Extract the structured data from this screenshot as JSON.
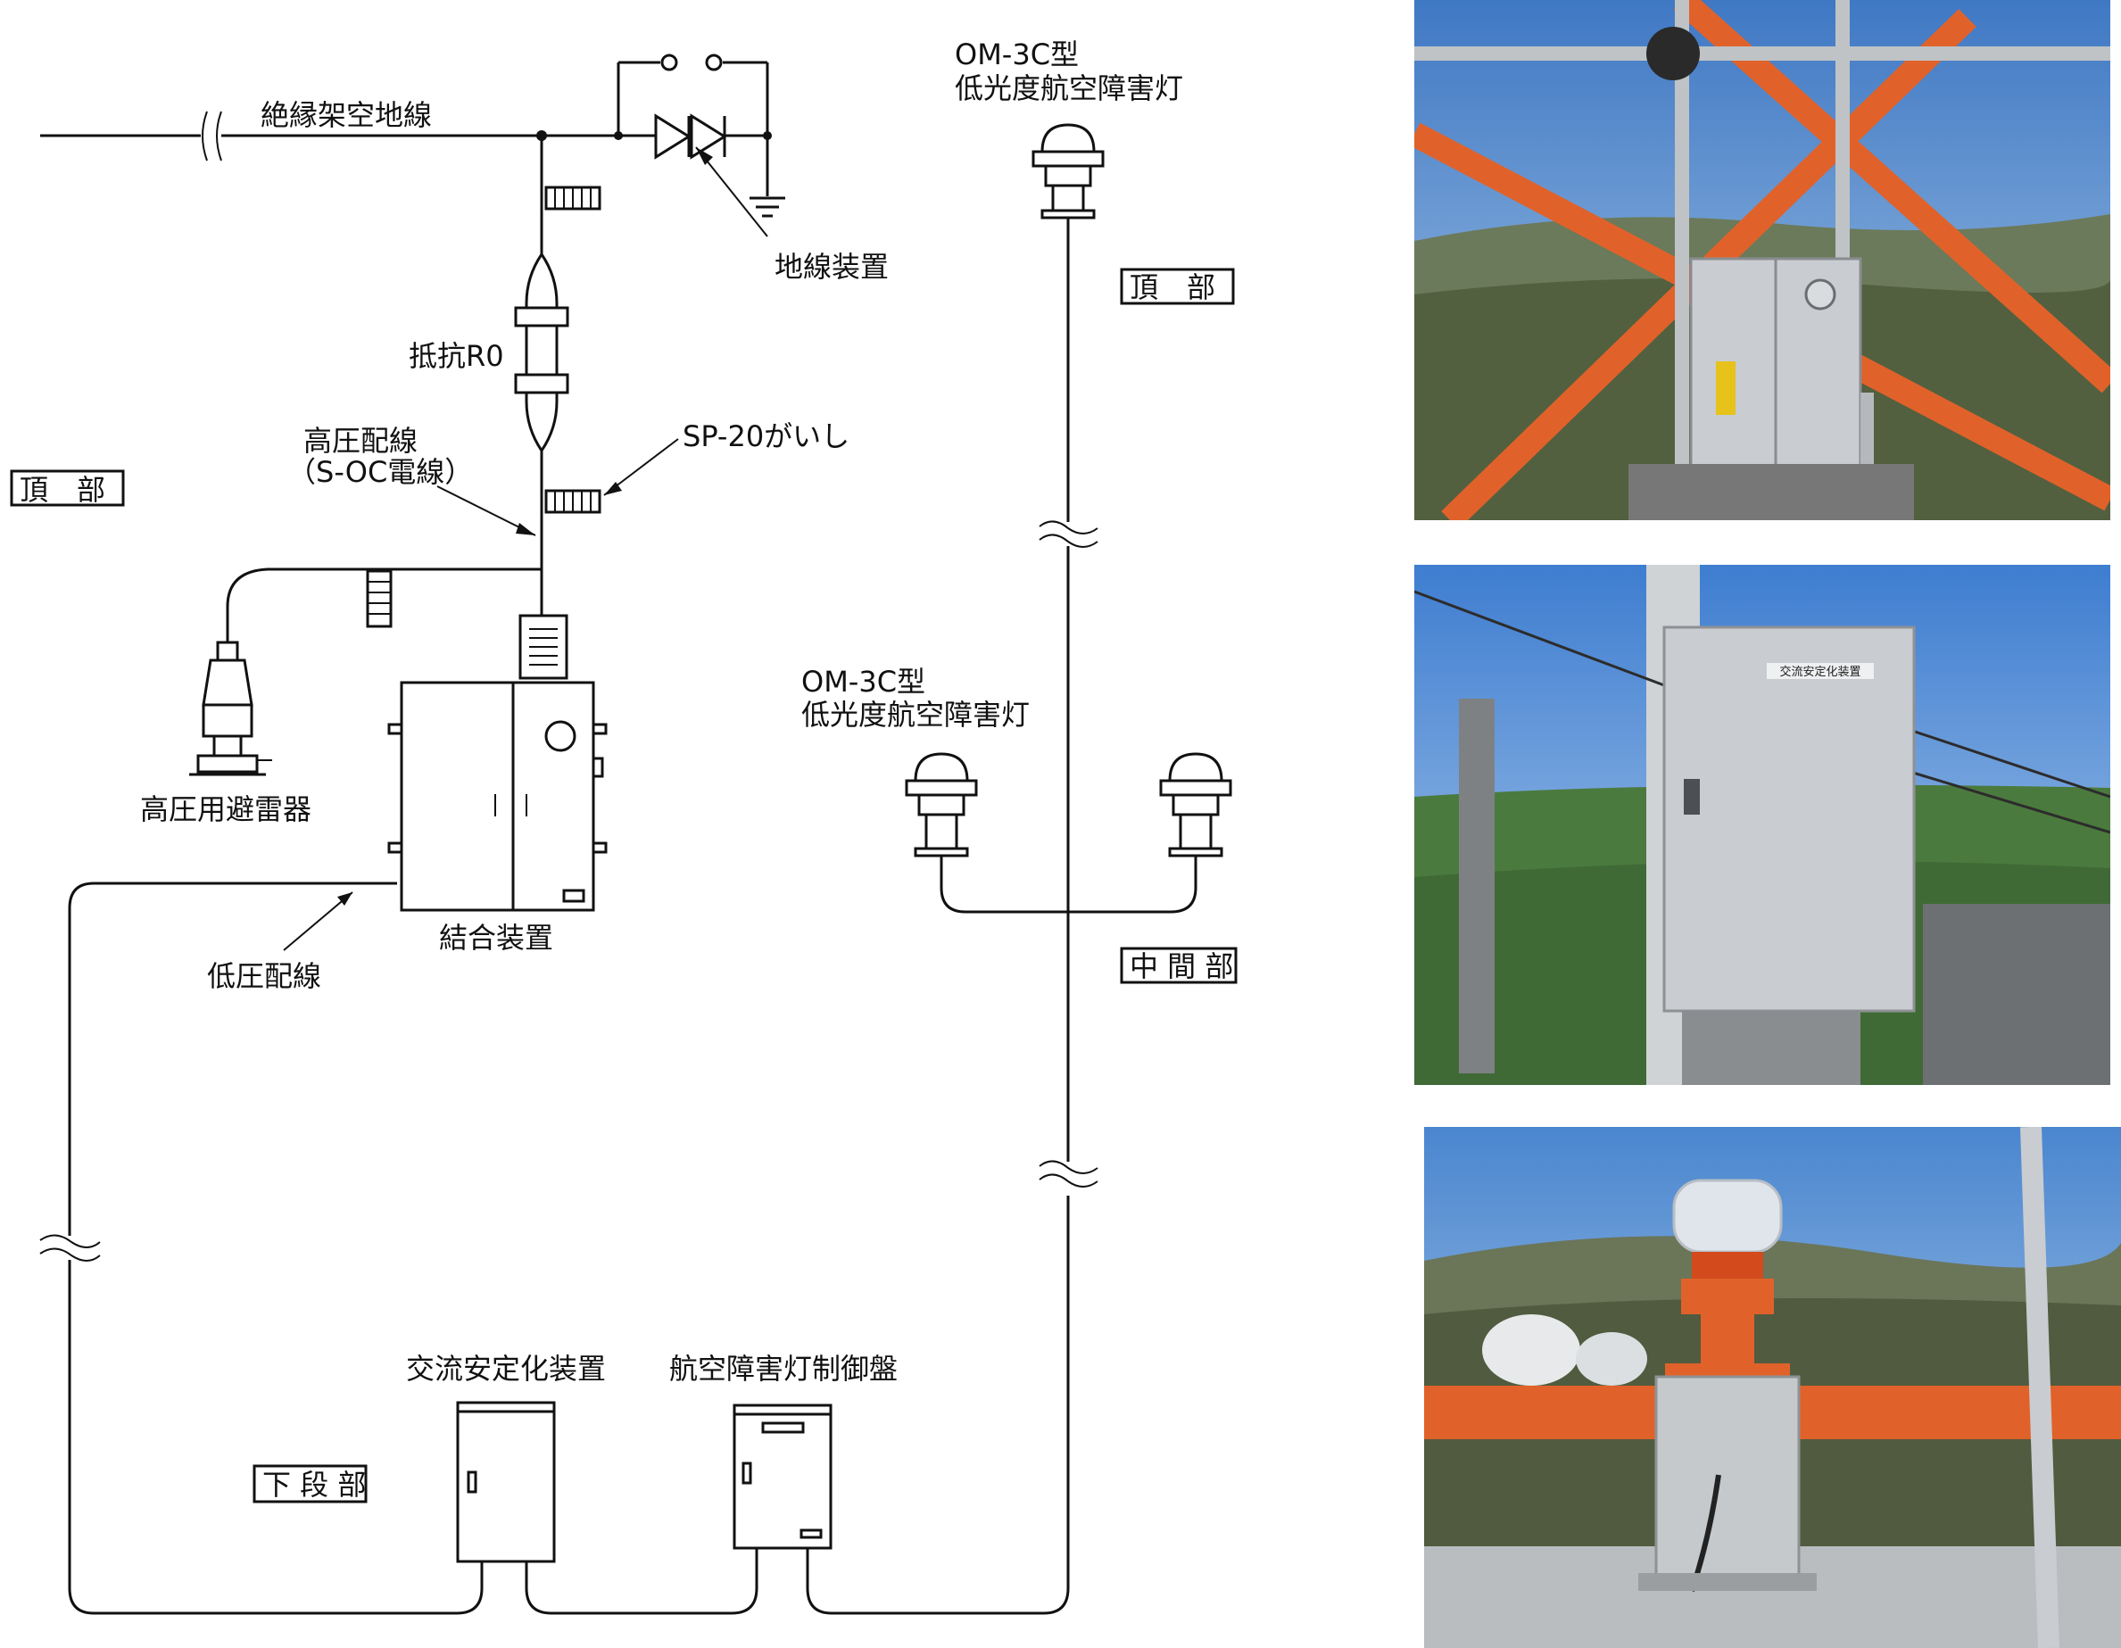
{
  "labels": {
    "ground_wire": "絶縁架空地線",
    "ground_device": "地線装置",
    "resistor": "抵抗R0",
    "hv_wiring_1": "高圧配線",
    "hv_wiring_2": "（S-OC電線）",
    "sp20": "SP-20がいし",
    "top_left": "頂　部",
    "lightning_arrester": "高圧用避雷器",
    "coupling_device": "結合装置",
    "lv_wiring": "低圧配線",
    "lamp_top_model": "OM-3C型",
    "lamp_top_name": "低光度航空障害灯",
    "top_right": "頂　部",
    "lamp_mid_model": "OM-3C型",
    "lamp_mid_name": "低光度航空障害灯",
    "mid_right": "中 間 部",
    "ac_stabilizer": "交流安定化装置",
    "control_panel": "航空障害灯制御盤",
    "lower": "下 段 部"
  },
  "photos": {
    "photo2_sign": "交流安定化装置"
  },
  "colors": {
    "tower_orange": "#e0622a",
    "sky_blue": "#5f95cc",
    "cabinet_gray": "#c9ccd0",
    "forest_green": "#3f6a35"
  }
}
